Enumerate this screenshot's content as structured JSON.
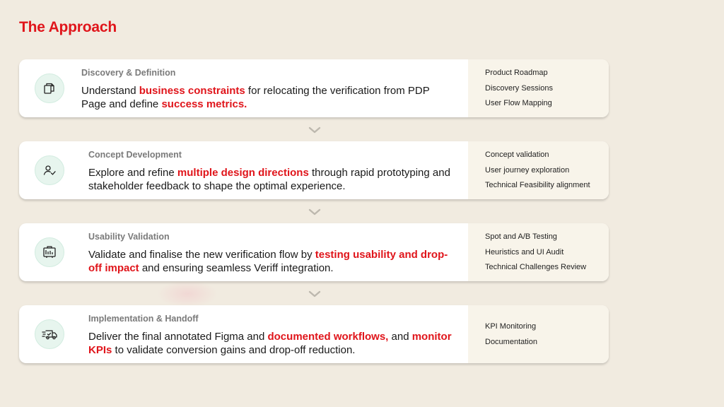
{
  "page": {
    "title": "The Approach"
  },
  "colors": {
    "accent": "#e0151b",
    "background": "#f1ebe0",
    "icon_bg": "#e7f5ee"
  },
  "steps": [
    {
      "stage": "Discovery & Definition",
      "icon": "documents-icon",
      "desc": [
        {
          "t": "Understand ",
          "hl": false
        },
        {
          "t": "business constraints",
          "hl": true
        },
        {
          "t": " for relocating the verification from PDP Page and define ",
          "hl": false
        },
        {
          "t": "success metrics.",
          "hl": true
        }
      ],
      "deliverables": [
        "Product Roadmap",
        "Discovery Sessions",
        "User Flow Mapping"
      ]
    },
    {
      "stage": "Concept Development",
      "icon": "user-check-icon",
      "desc": [
        {
          "t": "Explore and refine ",
          "hl": false
        },
        {
          "t": "multiple design directions",
          "hl": true
        },
        {
          "t": " through rapid prototyping and stakeholder feedback to shape the optimal experience.",
          "hl": false
        }
      ],
      "deliverables": [
        "Concept validation",
        "User journey exploration",
        "Technical Feasibility alignment"
      ]
    },
    {
      "stage": "Usability Validation",
      "icon": "usability-test-icon",
      "desc": [
        {
          "t": "Validate and finalise the new verification flow by ",
          "hl": false
        },
        {
          "t": "testing usability and drop-off impact",
          "hl": true
        },
        {
          "t": " and ensuring seamless Veriff integration.",
          "hl": false
        }
      ],
      "deliverables": [
        "Spot and A/B Testing",
        "Heuristics and UI Audit",
        "Technical Challenges Review"
      ]
    },
    {
      "stage": "Implementation & Handoff",
      "icon": "delivery-truck-icon",
      "desc": [
        {
          "t": "Deliver the final annotated Figma and ",
          "hl": false
        },
        {
          "t": "documented workflows,",
          "hl": true
        },
        {
          "t": " and ",
          "hl": false
        },
        {
          "t": "monitor KPIs",
          "hl": true
        },
        {
          "t": " to validate conversion gains and drop-off reduction.",
          "hl": false
        }
      ],
      "deliverables": [
        "KPI Monitoring",
        "Documentation"
      ]
    }
  ]
}
